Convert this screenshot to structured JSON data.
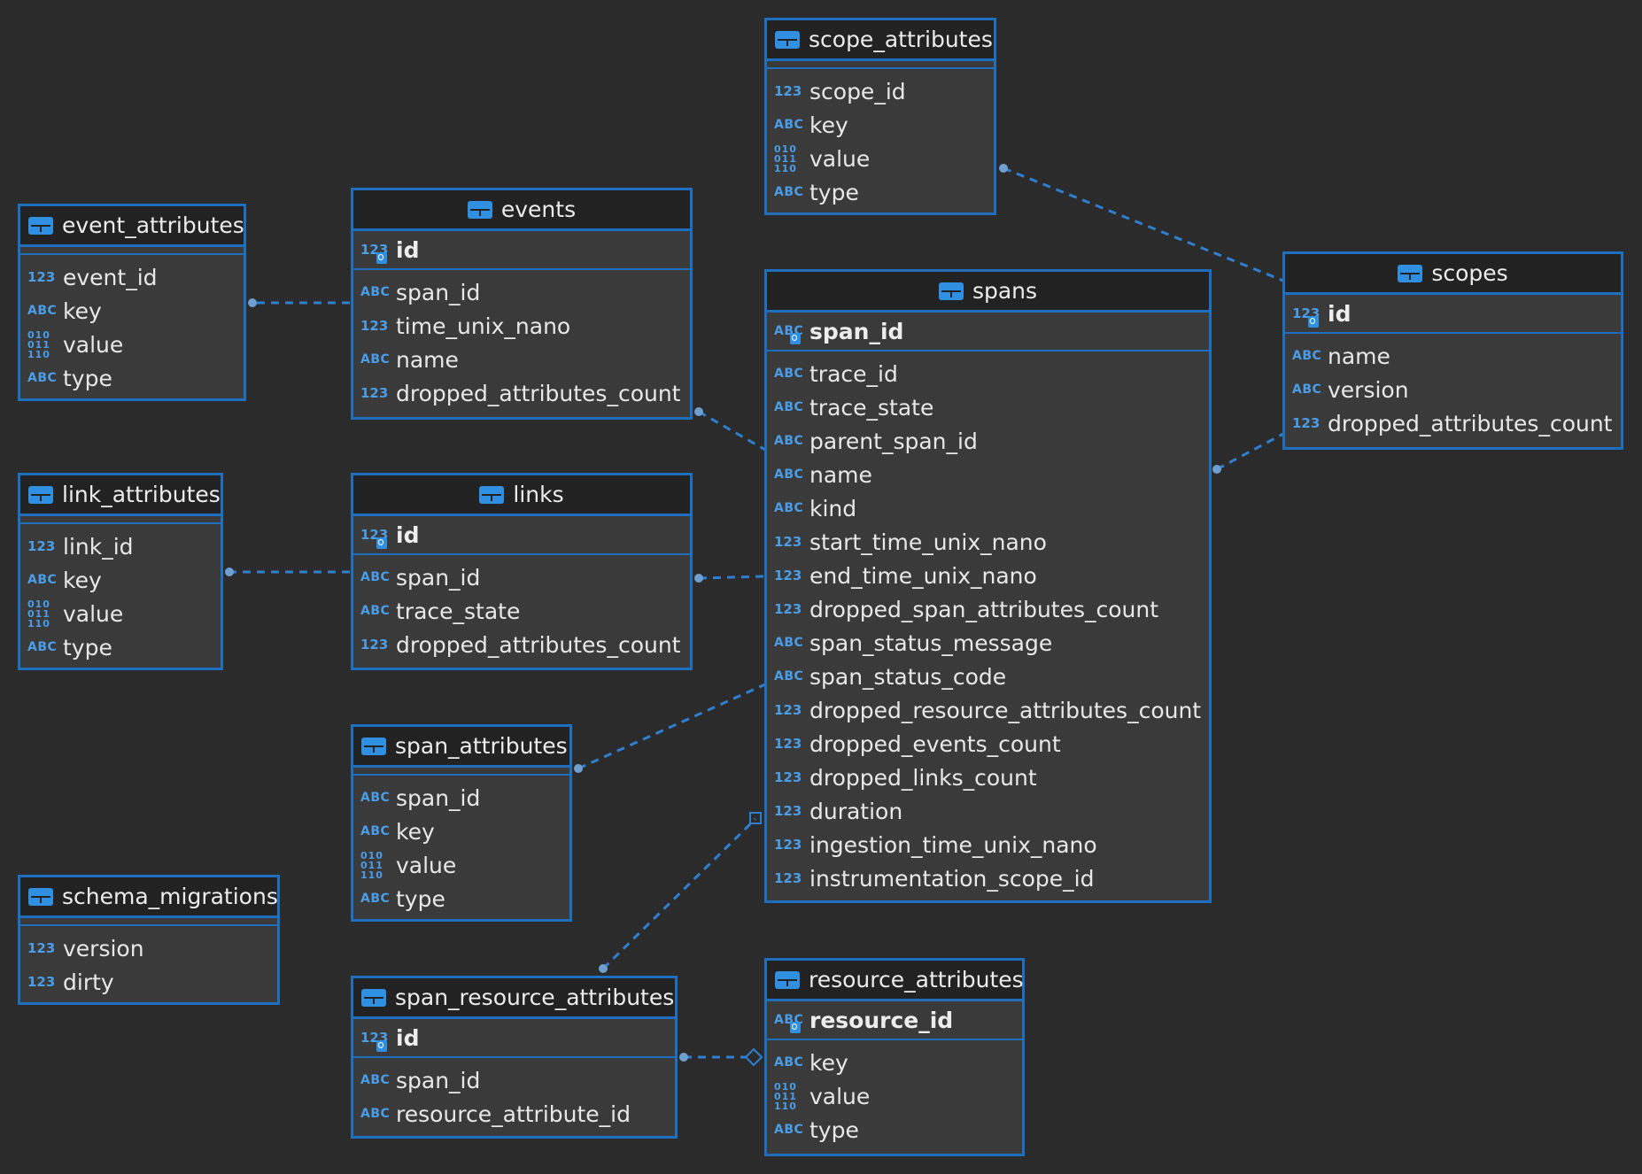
{
  "tables": {
    "scope_attributes": {
      "title": "scope_attributes",
      "columns": [
        {
          "type": "123",
          "name": "scope_id"
        },
        {
          "type": "ABC",
          "name": "key"
        },
        {
          "type": "binary",
          "name": "value"
        },
        {
          "type": "ABC",
          "name": "type"
        }
      ]
    },
    "event_attributes": {
      "title": "event_attributes",
      "columns": [
        {
          "type": "123",
          "name": "event_id"
        },
        {
          "type": "ABC",
          "name": "key"
        },
        {
          "type": "binary",
          "name": "value"
        },
        {
          "type": "ABC",
          "name": "type"
        }
      ]
    },
    "events": {
      "title": "events",
      "pk": {
        "type": "123",
        "name": "id"
      },
      "columns": [
        {
          "type": "ABC",
          "name": "span_id"
        },
        {
          "type": "123",
          "name": "time_unix_nano"
        },
        {
          "type": "ABC",
          "name": "name"
        },
        {
          "type": "123",
          "name": "dropped_attributes_count"
        }
      ]
    },
    "spans": {
      "title": "spans",
      "pk": {
        "type": "ABC",
        "name": "span_id"
      },
      "columns": [
        {
          "type": "ABC",
          "name": "trace_id"
        },
        {
          "type": "ABC",
          "name": "trace_state"
        },
        {
          "type": "ABC",
          "name": "parent_span_id"
        },
        {
          "type": "ABC",
          "name": "name"
        },
        {
          "type": "ABC",
          "name": "kind"
        },
        {
          "type": "123",
          "name": "start_time_unix_nano"
        },
        {
          "type": "123",
          "name": "end_time_unix_nano"
        },
        {
          "type": "123",
          "name": "dropped_span_attributes_count"
        },
        {
          "type": "ABC",
          "name": "span_status_message"
        },
        {
          "type": "ABC",
          "name": "span_status_code"
        },
        {
          "type": "123",
          "name": "dropped_resource_attributes_count"
        },
        {
          "type": "123",
          "name": "dropped_events_count"
        },
        {
          "type": "123",
          "name": "dropped_links_count"
        },
        {
          "type": "123",
          "name": "duration"
        },
        {
          "type": "123",
          "name": "ingestion_time_unix_nano"
        },
        {
          "type": "123",
          "name": "instrumentation_scope_id"
        }
      ]
    },
    "scopes": {
      "title": "scopes",
      "pk": {
        "type": "123",
        "name": "id"
      },
      "columns": [
        {
          "type": "ABC",
          "name": "name"
        },
        {
          "type": "ABC",
          "name": "version"
        },
        {
          "type": "123",
          "name": "dropped_attributes_count"
        }
      ]
    },
    "link_attributes": {
      "title": "link_attributes",
      "columns": [
        {
          "type": "123",
          "name": "link_id"
        },
        {
          "type": "ABC",
          "name": "key"
        },
        {
          "type": "binary",
          "name": "value"
        },
        {
          "type": "ABC",
          "name": "type"
        }
      ]
    },
    "links": {
      "title": "links",
      "pk": {
        "type": "123",
        "name": "id"
      },
      "columns": [
        {
          "type": "ABC",
          "name": "span_id"
        },
        {
          "type": "ABC",
          "name": "trace_state"
        },
        {
          "type": "123",
          "name": "dropped_attributes_count"
        }
      ]
    },
    "span_attributes": {
      "title": "span_attributes",
      "columns": [
        {
          "type": "ABC",
          "name": "span_id"
        },
        {
          "type": "ABC",
          "name": "key"
        },
        {
          "type": "binary",
          "name": "value"
        },
        {
          "type": "ABC",
          "name": "type"
        }
      ]
    },
    "schema_migrations": {
      "title": "schema_migrations",
      "columns": [
        {
          "type": "123",
          "name": "version"
        },
        {
          "type": "123",
          "name": "dirty"
        }
      ]
    },
    "span_resource_attributes": {
      "title": "span_resource_attributes",
      "pk": {
        "type": "123",
        "name": "id"
      },
      "columns": [
        {
          "type": "ABC",
          "name": "span_id"
        },
        {
          "type": "ABC",
          "name": "resource_attribute_id"
        }
      ]
    },
    "resource_attributes": {
      "title": "resource_attributes",
      "pk": {
        "type": "ABC",
        "name": "resource_id"
      },
      "columns": [
        {
          "type": "ABC",
          "name": "key"
        },
        {
          "type": "binary",
          "name": "value"
        },
        {
          "type": "ABC",
          "name": "type"
        }
      ]
    }
  },
  "colors": {
    "background": "#2b2b2b",
    "border": "#1f6fbf",
    "header": "#222222",
    "body": "#3a3a3a",
    "type_icon": "#4a9de8",
    "connector": "#2f7fd0"
  },
  "icons": {
    "table": "table-icon",
    "number": "numeric-type-icon",
    "string": "string-type-icon",
    "binary": "binary-type-icon",
    "primary_key": "primary-key-icon"
  }
}
